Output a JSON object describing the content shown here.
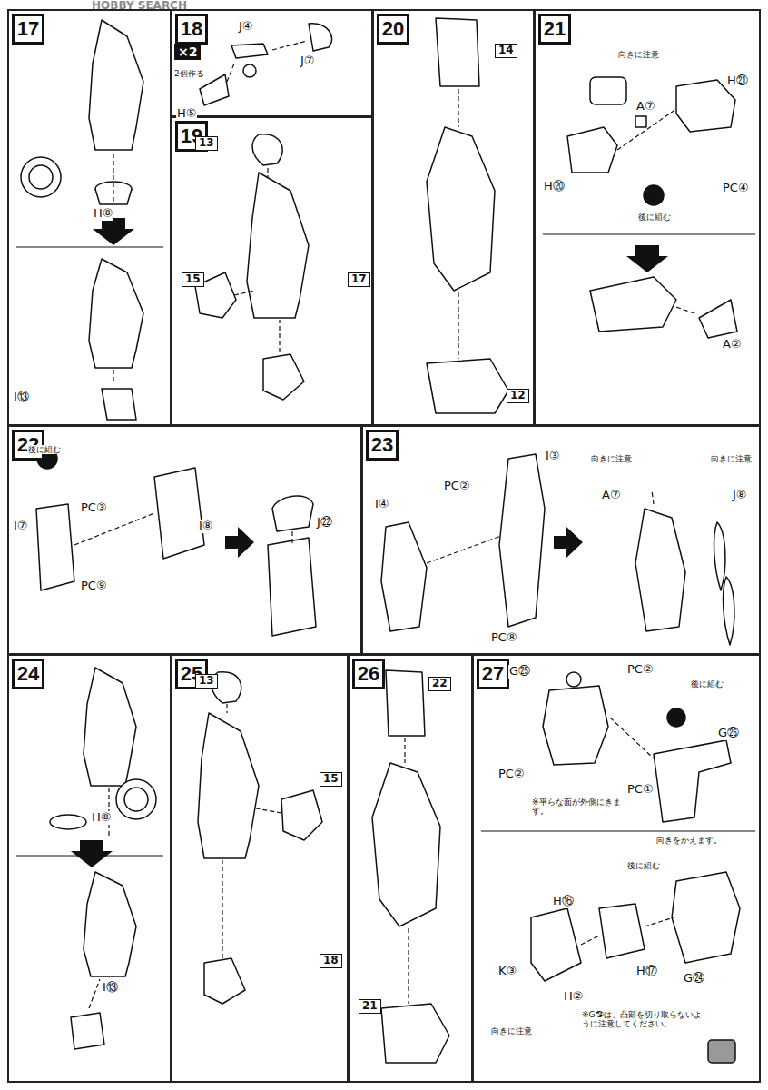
{
  "diagram": {
    "nodes": [
      {
        "text": [
          "17"
        ]
      },
      {
        "text": [
          "18"
        ]
      },
      {
        "text": [
          "19"
        ]
      },
      {
        "text": [
          "20"
        ]
      },
      {
        "text": [
          "21"
        ]
      },
      {
        "text": [
          "22"
        ]
      },
      {
        "text": [
          "23"
        ]
      },
      {
        "text": [
          "24"
        ]
      },
      {
        "text": [
          "25"
        ]
      },
      {
        "text": [
          "26"
        ]
      },
      {
        "text": [
          "27"
        ]
      }
    ],
    "labels": [
      "HOBBY SEARCH",
      "H⑧",
      "I⑬",
      "×2",
      "2個作る",
      "J④",
      "J⑦",
      "H⑤",
      "13",
      "15",
      "17",
      "14",
      "12",
      "向きに注意",
      "A⑦",
      "H㉑",
      "H⑳",
      "PC④",
      "後に組む",
      "A②",
      "後に組む",
      "PC③",
      "I⑧",
      "PC⑨",
      "I⑦",
      "J㉒",
      "PC②",
      "I③",
      "I④",
      "PC⑧",
      "向きに注意",
      "A⑦",
      "向きに注意",
      "J⑧",
      "H⑧",
      "I⑬",
      "13",
      "15",
      "18",
      "22",
      "21",
      "G㉕",
      "PC②",
      "後に組む",
      "G㉖",
      "PC②",
      "PC①",
      "※平らな面が外側にきます。",
      "向きをかえます。",
      "後に組む",
      "H⑯",
      "H⑰",
      "H②",
      "K③",
      "向きに注意",
      "G㉔",
      "※G㉔は、凸部を切り取らないように注意してください。"
    ]
  }
}
